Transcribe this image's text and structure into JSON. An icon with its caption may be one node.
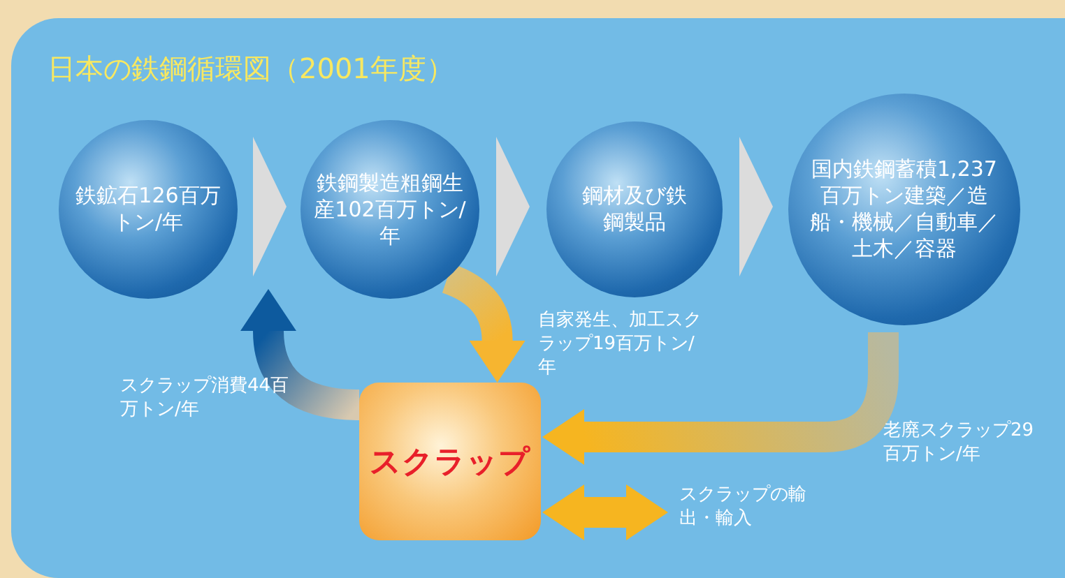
{
  "diagram": {
    "title": "日本の鉄鋼循環図（2001年度）",
    "nodes": [
      {
        "text": [
          "鉄鉱石126百万トン/年"
        ]
      },
      {
        "text": [
          "鉄鋼製造粗鋼生産102百万トン/年"
        ]
      },
      {
        "text": [
          "鋼材及び鉄鋼製品"
        ]
      },
      {
        "text": [
          "国内鉄鋼蓄積1,237百万トン建築／造船・機械／自動車／土木／容器"
        ]
      },
      {
        "text": [
          "スクラップ"
        ]
      },
      {
        "text": [
          "スクラップの輸出・輸入"
        ]
      }
    ],
    "edges": [
      {
        "from": 0,
        "to": 1,
        "arrow": "to"
      },
      {
        "from": 1,
        "to": 2,
        "arrow": "to"
      },
      {
        "from": 2,
        "to": 3,
        "arrow": "to"
      },
      {
        "from": 1,
        "to": 4,
        "arrow": "to",
        "label": "自家発生、加工スクラップ19百万トン/年"
      },
      {
        "from": 4,
        "to": 1,
        "arrow": "to",
        "label": "スクラップ消費44百万トン/年",
        "color": "#0d5a9e"
      },
      {
        "from": 3,
        "to": 4,
        "arrow": "to",
        "label": "老廃スクラップ29百万トン/年"
      },
      {
        "from": 4,
        "to": 5,
        "arrow": "both"
      }
    ]
  }
}
